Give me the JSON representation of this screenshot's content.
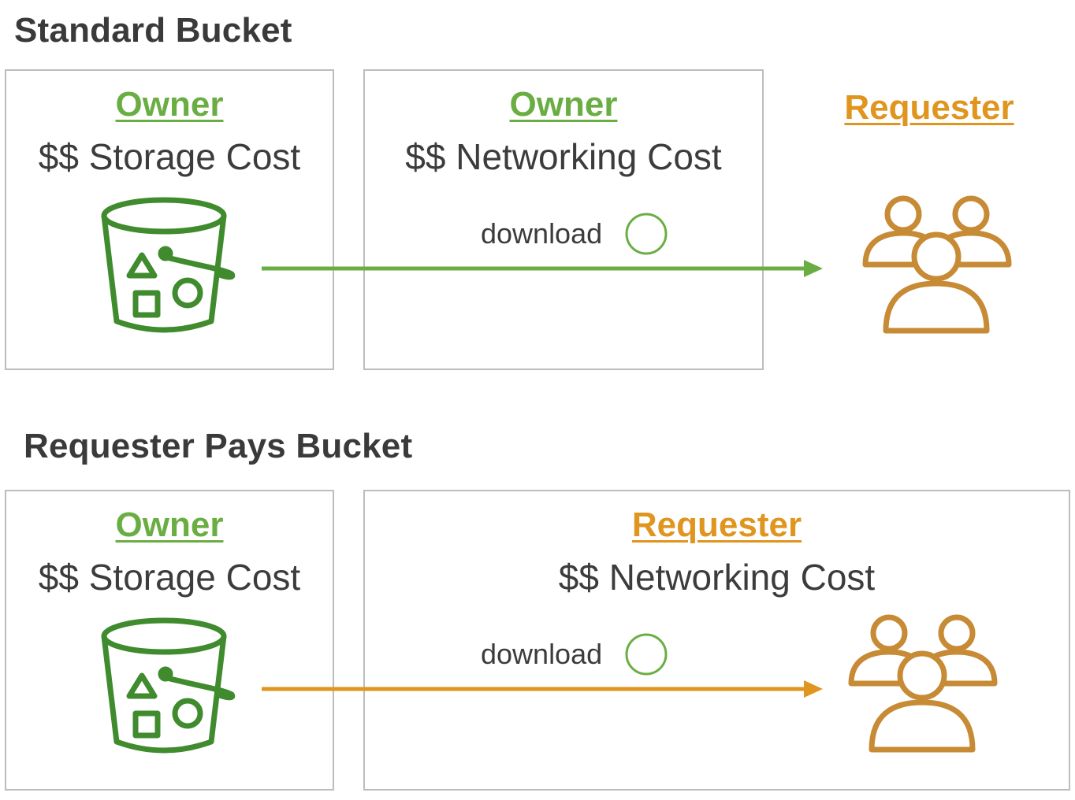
{
  "standard": {
    "title": "Standard Bucket",
    "storage_box": {
      "role": "Owner",
      "cost": "$$ Storage Cost"
    },
    "network_box": {
      "role": "Owner",
      "cost": "$$ Networking Cost",
      "action": "download"
    },
    "requester_label": "Requester",
    "arrow_color": "#6aae43"
  },
  "requester_pays": {
    "title": "Requester Pays Bucket",
    "storage_box": {
      "role": "Owner",
      "cost": "$$ Storage Cost"
    },
    "network_box": {
      "role": "Requester",
      "cost": "$$ Networking Cost",
      "action": "download"
    },
    "arrow_color": "#e0951f"
  },
  "colors": {
    "owner_green": "#6aae43",
    "bucket_green": "#3f8b2e",
    "requester_orange": "#e0951f",
    "users_orange": "#c78a35"
  },
  "icons": [
    "bucket-icon",
    "users-icon",
    "circle-icon",
    "arrow-icon"
  ]
}
